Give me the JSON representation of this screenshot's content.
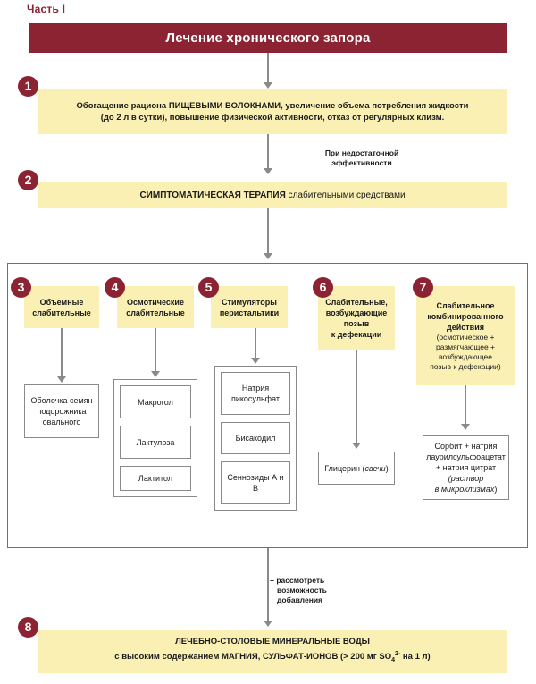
{
  "part_label": "Часть I",
  "title": "Лечение хронического запора",
  "colors": {
    "accent_dark_red": "#8B2332",
    "panel_yellow": "#FAF0B4",
    "line_gray": "#8a8a8a",
    "frame_gray": "#6f6f6f"
  },
  "steps": {
    "step1": {
      "number": "1",
      "line1_bold_a": "Обогащение рациона ",
      "line1_caps": "ПИЩЕВЫМИ ВОЛОКНАМИ",
      "line1_bold_b": ", увеличение объема потребления жидкости",
      "line2": "(до 2 л в сутки), повышение физической активности, отказ от регулярных клизм."
    },
    "step2": {
      "number": "2",
      "caps": "СИМПТОМАТИЧЕСКАЯ ТЕРАПИЯ",
      "rest": " слабительными средствами"
    },
    "step8": {
      "number": "8",
      "line1": "ЛЕЧЕБНО-СТОЛОВЫЕ МИНЕРАЛЬНЫЕ ВОДЫ",
      "line2_a": "с высоким содержанием МАГНИЯ, СУЛЬФАТ-ИОНОВ (> 200 мг SO",
      "line2_sub": "4",
      "line2_sup": "2-",
      "line2_b": " на 1 л)"
    }
  },
  "notes": {
    "efficacy_line1": "При недостаточной",
    "efficacy_line2": "эффективности",
    "add_line1": "+ рассмотреть",
    "add_line2": "возможность",
    "add_line3": "добавления"
  },
  "categories": [
    {
      "number": "3",
      "title_line1": "Объемные",
      "title_line2": "слабительные",
      "subtitle": "",
      "drugs": [
        {
          "name_line1": "Оболочка семян",
          "name_line2": "подорожника",
          "name_line3": "овального"
        }
      ]
    },
    {
      "number": "4",
      "title_line1": "Осмотические",
      "title_line2": "слабительные",
      "subtitle": "",
      "drugs": [
        {
          "name": "Макрогол"
        },
        {
          "name": "Лактулоза"
        },
        {
          "name": "Лактитол"
        }
      ]
    },
    {
      "number": "5",
      "title_line1": "Стимуляторы",
      "title_line2": "перистальтики",
      "subtitle": "",
      "drugs": [
        {
          "name_line1": "Натрия",
          "name_line2": "пикосульфат"
        },
        {
          "name": "Бисакодил"
        },
        {
          "name": "Сеннозиды А и В"
        }
      ]
    },
    {
      "number": "6",
      "title_line1": "Слабительные,",
      "title_line2": "возбуждающие",
      "title_line3": "позыв",
      "title_line4": "к дефекации",
      "drugs": [
        {
          "name_plain": "Глицерин (",
          "name_italic": "свечи",
          "name_tail": ")"
        }
      ]
    },
    {
      "number": "7",
      "title_line1": "Слабительное",
      "title_line2": "комбинированного",
      "title_line3": "действия",
      "sub_line1": "(осмотическое +",
      "sub_line2": "размягчающее +",
      "sub_line3": "возбуждающее",
      "sub_line4": "позыв к дефекации)",
      "drugs": [
        {
          "line1": "Сорбит + натрия",
          "line2": "лаурилсульфоацетат",
          "line3": "+ натрия цитрат",
          "line4_italic_a": "(раствор",
          "line5_italic_b": "в микроклизмах",
          "line5_tail": ")"
        }
      ]
    }
  ]
}
